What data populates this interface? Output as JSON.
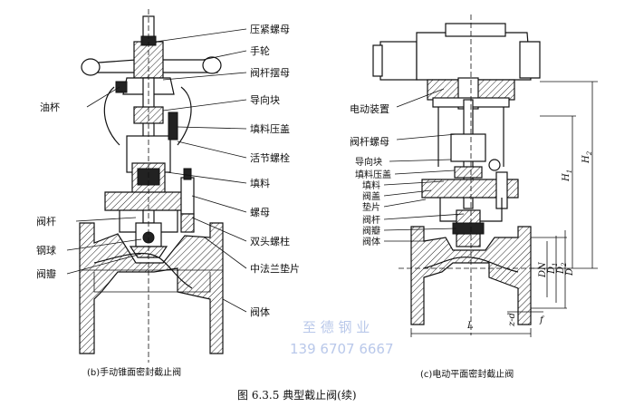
{
  "left_diagram": {
    "labels": {
      "gland_nut": "压紧螺母",
      "handwheel": "手轮",
      "stem_nut": "阀杆摆母",
      "guide_block": "导向块",
      "oil_cup": "油杯",
      "packing_gland": "填料压盖",
      "eye_bolt": "活节螺栓",
      "packing": "填料",
      "stem": "阀杆",
      "nut": "螺母",
      "stud": "双头螺柱",
      "steel_ball": "钢球",
      "flange_gasket": "中法兰垫片",
      "disc": "阀瓣",
      "body": "阀体"
    },
    "caption": "(b)手动锥面密封截止阀"
  },
  "right_diagram": {
    "labels": {
      "actuator": "电动装置",
      "stem_nut": "阀杆螺母",
      "guide_block": "导向块",
      "packing_gland": "填料压盖",
      "packing": "填料",
      "bonnet": "阀盖",
      "gasket": "垫片",
      "stem": "阀杆",
      "disc": "阀瓣",
      "body": "阀体"
    },
    "dims": {
      "h1": "H",
      "h1_sub": "1",
      "h2": "H",
      "h2_sub": "2",
      "dn": "DN",
      "d1": "D",
      "d1_sub": "1",
      "d2": "D",
      "d2_sub": "2",
      "d": "D",
      "l": "L",
      "zd": "z-d",
      "f": "f"
    },
    "caption": "(c)电动平面密封截止阀"
  },
  "watermark": {
    "company": "至 德 钢 业",
    "phone": "139 6707 6667"
  },
  "figure_title": "图 6.3.5   典型截止阀(续)"
}
